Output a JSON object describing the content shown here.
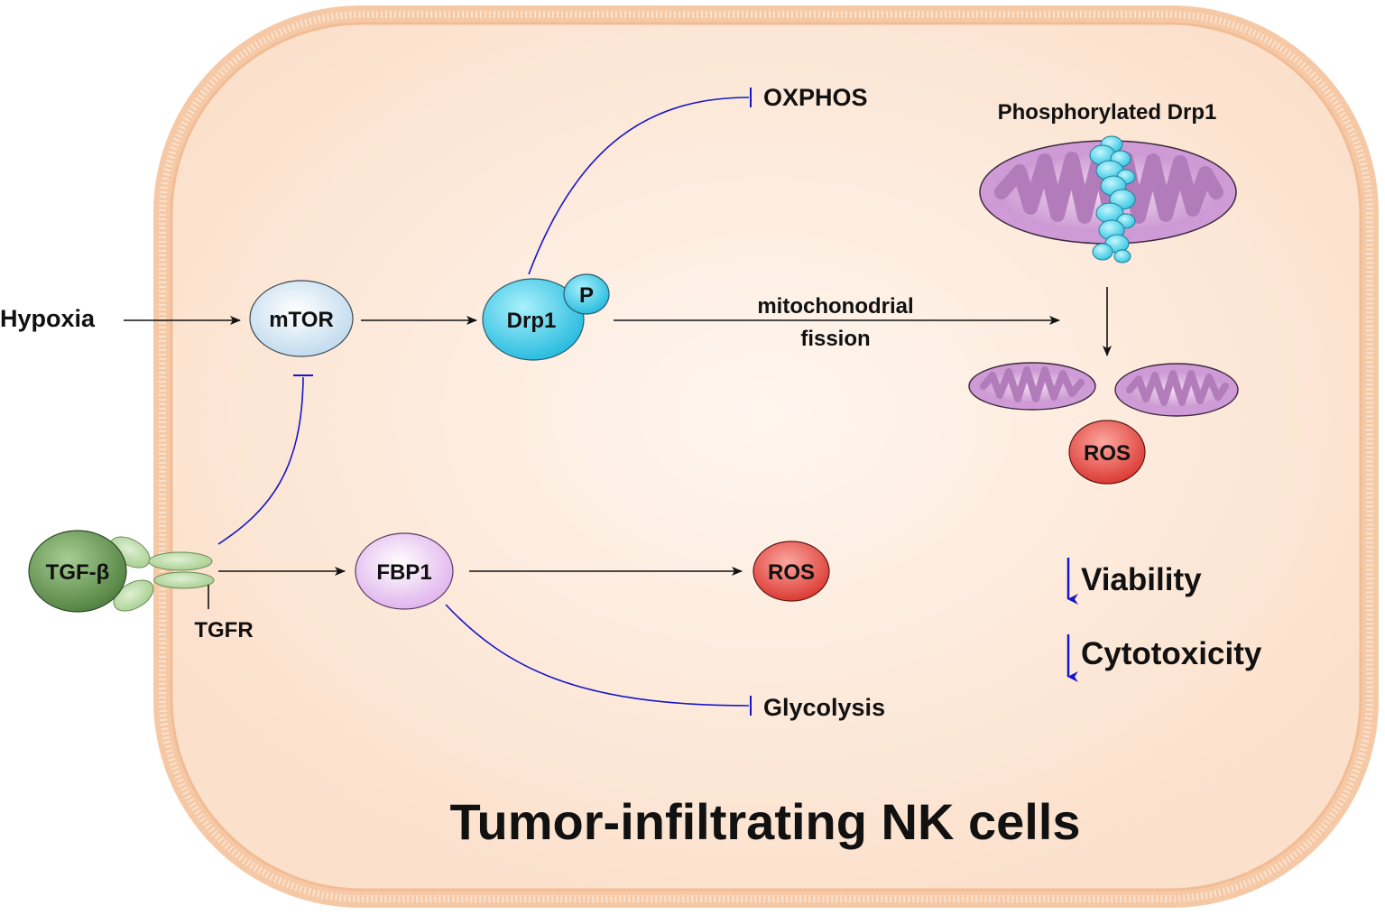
{
  "title": "Tumor-infiltrating NK cells",
  "nodes": {
    "hypoxia": "Hypoxia",
    "mtor": "mTOR",
    "drp1": "Drp1",
    "phospho": "P",
    "tgfb": "TGF-β",
    "tgfr": "TGFR",
    "fbp1": "FBP1",
    "ros_top": "ROS",
    "ros_mid": "ROS",
    "oxphos": "OXPHOS",
    "glycolysis": "Glycolysis",
    "phosphorylated_drp1": "Phosphorylated Drp1"
  },
  "edges": {
    "fission_line1": "mitochonodrial",
    "fission_line2": "fission"
  },
  "outcomes": {
    "viability": "Viability",
    "cytotoxicity": "Cytotoxicity"
  },
  "colors": {
    "cell_fill": "#fde9da",
    "membrane": "#f3c3a0",
    "inhibition": "#1515c8",
    "activation": "#111111",
    "mtor": "#e3eef7",
    "drp1": "#4fd0ea",
    "tgfb": "#6f9e5c",
    "receptor": "#b9d9a4",
    "fbp1": "#f1d2f7",
    "ros": "#e9524a",
    "mitochondria": "#c98ed0"
  }
}
